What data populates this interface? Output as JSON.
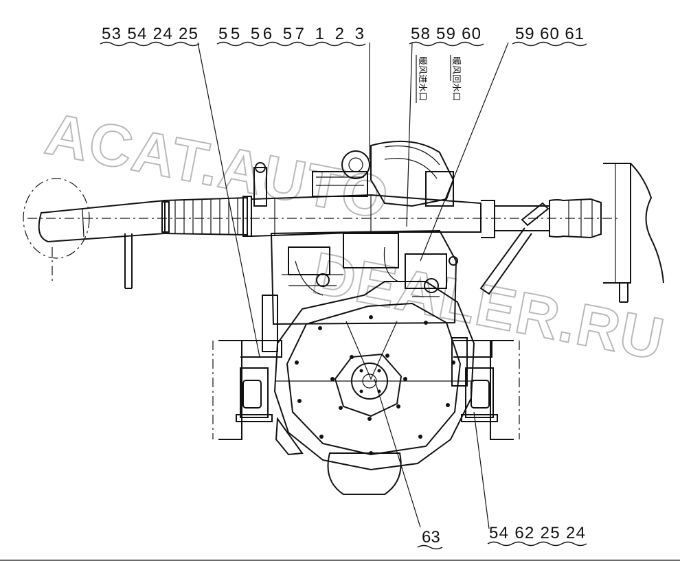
{
  "callouts": {
    "top_left": "53 54 24 25",
    "top_mid": "55 56 57  1  2  3",
    "top_right1": "58 59 60",
    "top_right2": "59 60 61",
    "bottom_mid": "63",
    "bottom_right": "54 62 25 24"
  },
  "notes": {
    "inlet": "暖风进水口",
    "return": "暖风回水口"
  },
  "watermark": {
    "line1": "ACAT.AUTO",
    "line2": "DEALER.RU"
  },
  "colors": {
    "ink": "#111111",
    "watermark": "#b9b9b9",
    "background": "#ffffff"
  }
}
